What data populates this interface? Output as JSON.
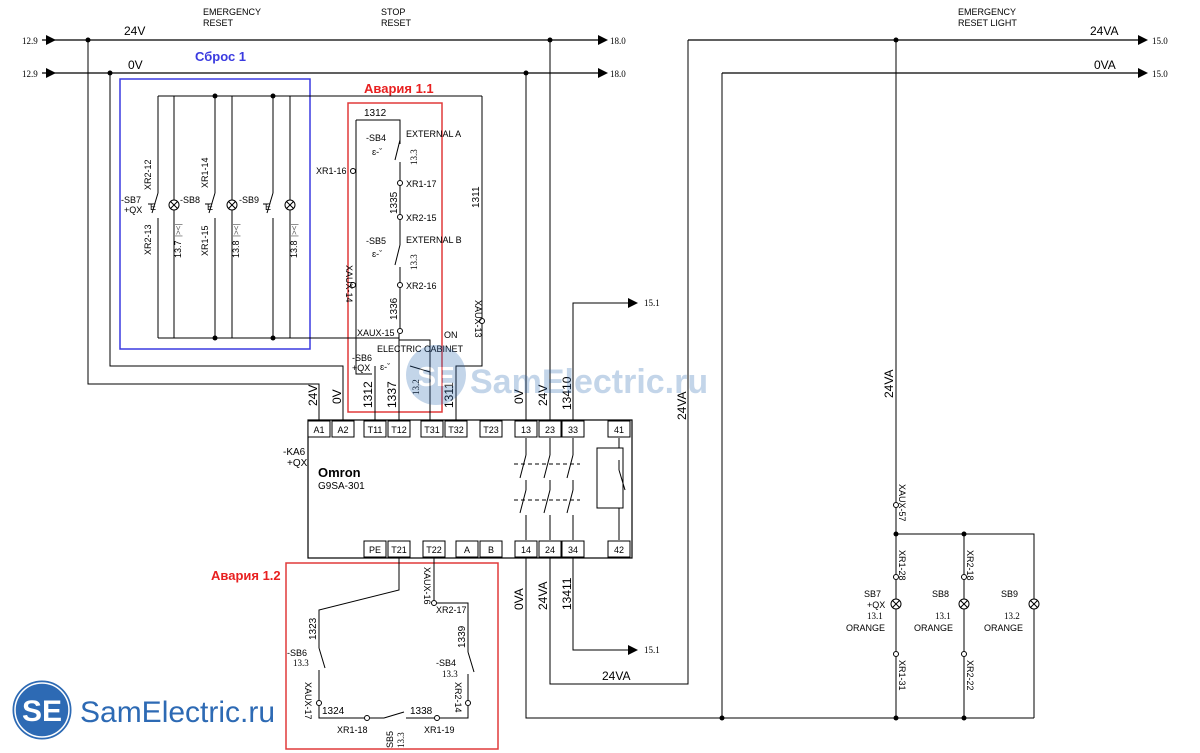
{
  "headers": {
    "emergency_reset": [
      "EMERGENCY",
      "RESET"
    ],
    "stop_reset": [
      "STOP",
      "RESET"
    ],
    "emergency_reset_light": [
      "EMERGENCY",
      "RESET LIGHT"
    ]
  },
  "buses": {
    "ref_left_1": "12.9",
    "ref_left_2": "12.9",
    "label_24v": "24V",
    "label_0v": "0V",
    "ref_right_24v": "18.0",
    "ref_right_0v": "18.0",
    "label_24va": "24VA",
    "label_0va": "0VA",
    "ref_24va": "15.0",
    "ref_0va": "15.0"
  },
  "groups": {
    "sbros": "Сброс 1",
    "avaria_11": "Авария 1.1",
    "avaria_12": "Авария 1.2"
  },
  "colors": {
    "blue_frame": "#3a3ae0",
    "red_frame": "#e03a3a",
    "blue_text": "#3a3ae0",
    "red_text": "#e82020",
    "logo_blue": "#2d6ab4"
  },
  "reset_group": {
    "xr2_12": "XR2-12",
    "xr2_13": "XR2-13",
    "xr1_14": "XR1-14",
    "xr1_15": "XR1-15",
    "sb7": "-SB7",
    "sb7_qx": "+QX",
    "sb8": "-SB8",
    "sb9": "-SB9",
    "e": "E",
    "ref1": "13.7",
    "ref2": "13.8",
    "ref3": "13.8",
    "arr": "|><|"
  },
  "estop_group": {
    "w1312": "1312",
    "sb4": "-SB4",
    "ext_a": "EXTERNAL A",
    "xr1_16": "XR1-16",
    "sb4_ref": "13.3",
    "xr1_17": "XR1-17",
    "w1335": "1335",
    "xr2_15": "XR2-15",
    "sb5": "-SB5",
    "ext_b": "EXTERNAL B",
    "sb5_ref": "13.3",
    "xaux_14": "XAUX-14",
    "xr2_16": "XR2-16",
    "w1336": "1336",
    "xaux_15": "XAUX-15",
    "w1311": "1311",
    "xaux_13": "XAUX-13",
    "on": "ON",
    "cabinet": "ELECTRIC CABINET",
    "sb6": "-SB6",
    "sb6_qx": "+QX",
    "sb6_ref": "13.2"
  },
  "relay": {
    "tag": "-KA6",
    "tag_qx": "+QX",
    "maker": "Omron",
    "model": "G9SA-301",
    "top_terminals": [
      "A1",
      "A2",
      "T11",
      "T12",
      "T31",
      "T32",
      "T23",
      "13",
      "23",
      "33",
      "41"
    ],
    "bottom_terminals": [
      "PE",
      "T21",
      "T22",
      "A",
      "B",
      "14",
      "24",
      "34",
      "42"
    ],
    "w24v": "24V",
    "w0v": "0V",
    "w1312": "1312",
    "w1337": "1337",
    "w1311": "1311",
    "w0v_out": "0V",
    "w24v_out": "24V",
    "w13410": "13410"
  },
  "outputs": {
    "ref_151_top": "15.1",
    "w24va_vertical": "24VA",
    "w0va": "0VA",
    "w24va_b": "24VA",
    "w13411": "13411",
    "ref_151_bottom": "15.1",
    "w24va_bottom": "24VA"
  },
  "lamps": {
    "w24va": "24VA",
    "xaux_57": "XAUX-57",
    "xr1_28": "XR1-28",
    "xr2_18": "XR2-18",
    "sb7": "SB7",
    "sb7_qx": "+QX",
    "sb7_ref": "13.1",
    "sb7_color": "ORANGE",
    "sb8": "SB8",
    "sb8_ref": "13.1",
    "sb8_color": "ORANGE",
    "sb9": "SB9",
    "sb9_ref": "13.2",
    "sb9_color": "ORANGE",
    "xr1_31": "XR1-31",
    "xr2_22": "XR2-22"
  },
  "lower_group": {
    "xaux_16": "XAUX-16",
    "xr2_17": "XR2-17",
    "w1323": "1323",
    "w1339": "1339",
    "sb6": "-SB6",
    "sb6_ref": "13.3",
    "sb4": "-SB4",
    "sb4_ref": "13.3",
    "xaux_17": "XAUX-17",
    "xr2_14": "XR2-14",
    "w1324": "1324",
    "w1338": "1338",
    "xr1_18": "XR1-18",
    "xr1_19": "XR1-19",
    "sb5": "SB5",
    "sb5_ref": "13.3"
  },
  "watermark": {
    "logo": "SE",
    "site": "SamElectric.ru",
    "site_center": "SamElectric.ru"
  }
}
